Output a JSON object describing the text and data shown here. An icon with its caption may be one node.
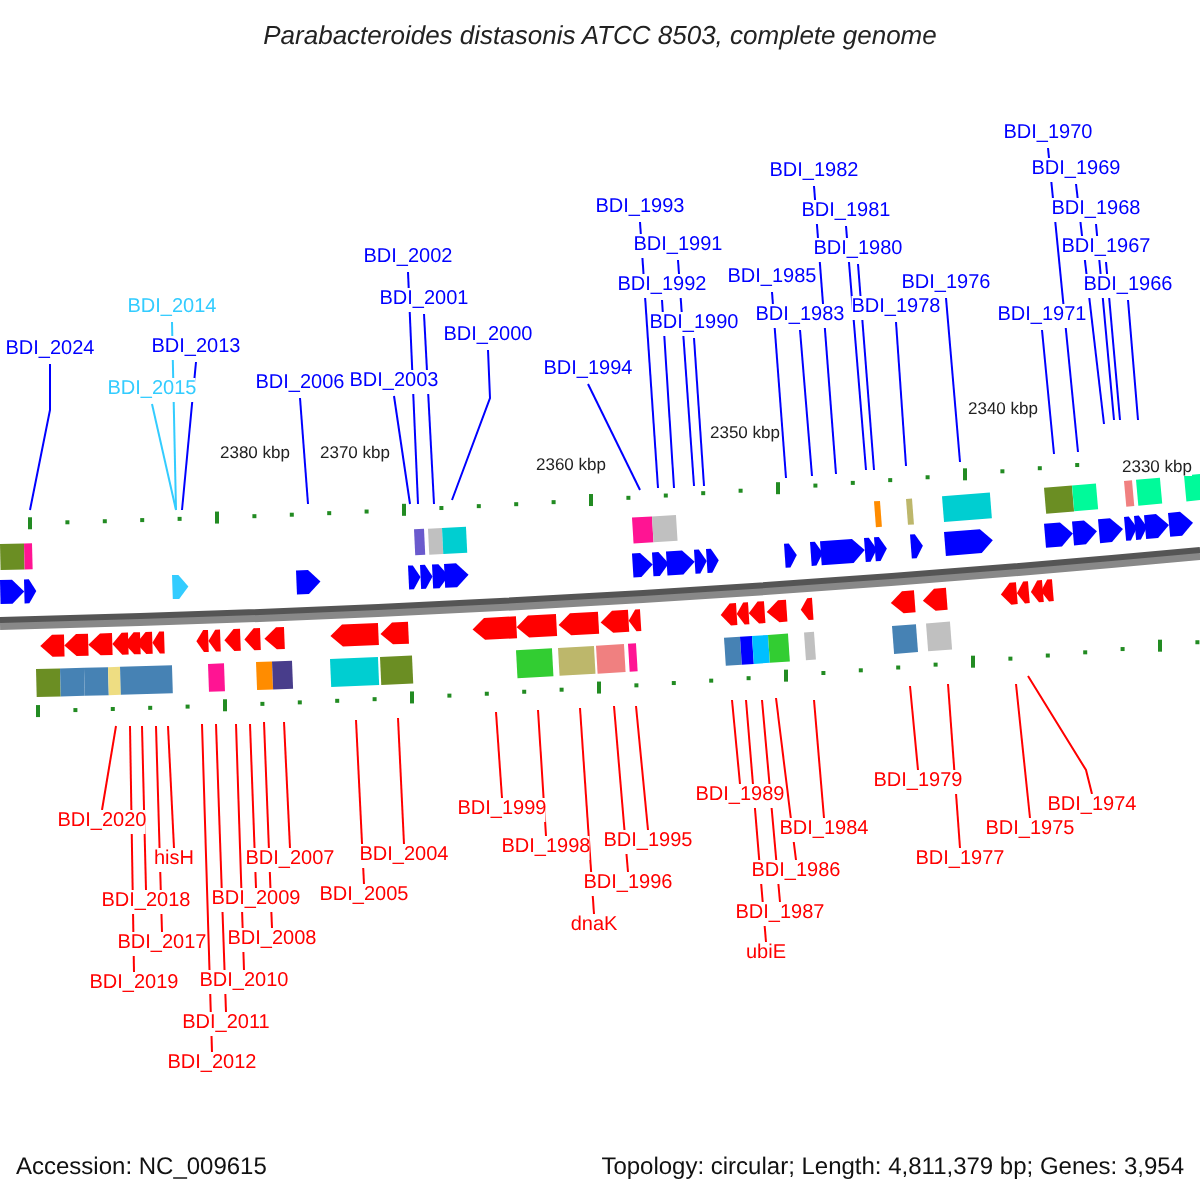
{
  "diagram": {
    "title": "Parabacteroides distasonis ATCC 8503, complete genome",
    "nodes": [
      {
        "text": [
          "BDI_2024"
        ]
      },
      {
        "text": [
          "BDI_2014"
        ]
      },
      {
        "text": [
          "BDI_2015"
        ]
      },
      {
        "text": [
          "BDI_2013"
        ]
      },
      {
        "text": [
          "BDI_2006"
        ]
      },
      {
        "text": [
          "BDI_2003"
        ]
      },
      {
        "text": [
          "BDI_2002"
        ]
      },
      {
        "text": [
          "BDI_2001"
        ]
      },
      {
        "text": [
          "BDI_2000"
        ]
      },
      {
        "text": [
          "BDI_1994"
        ]
      },
      {
        "text": [
          "BDI_1993"
        ]
      },
      {
        "text": [
          "BDI_1991"
        ]
      },
      {
        "text": [
          "BDI_1992"
        ]
      },
      {
        "text": [
          "BDI_1990"
        ]
      },
      {
        "text": [
          "BDI_1985"
        ]
      },
      {
        "text": [
          "BDI_1983"
        ]
      },
      {
        "text": [
          "BDI_1982"
        ]
      },
      {
        "text": [
          "BDI_1981"
        ]
      },
      {
        "text": [
          "BDI_1980"
        ]
      },
      {
        "text": [
          "BDI_1978"
        ]
      },
      {
        "text": [
          "BDI_1976"
        ]
      },
      {
        "text": [
          "BDI_1971"
        ]
      },
      {
        "text": [
          "BDI_1970"
        ]
      },
      {
        "text": [
          "BDI_1969"
        ]
      },
      {
        "text": [
          "BDI_1968"
        ]
      },
      {
        "text": [
          "BDI_1967"
        ]
      },
      {
        "text": [
          "BDI_1966"
        ]
      },
      {
        "text": [
          "BDI_2020"
        ]
      },
      {
        "text": [
          "hisH"
        ]
      },
      {
        "text": [
          "BDI_2018"
        ]
      },
      {
        "text": [
          "BDI_2017"
        ]
      },
      {
        "text": [
          "BDI_2019"
        ]
      },
      {
        "text": [
          "BDI_2012"
        ]
      },
      {
        "text": [
          "BDI_2011"
        ]
      },
      {
        "text": [
          "BDI_2010"
        ]
      },
      {
        "text": [
          "BDI_2009"
        ]
      },
      {
        "text": [
          "BDI_2008"
        ]
      },
      {
        "text": [
          "BDI_2007"
        ]
      },
      {
        "text": [
          "BDI_2005"
        ]
      },
      {
        "text": [
          "BDI_2004"
        ]
      },
      {
        "text": [
          "BDI_1999"
        ]
      },
      {
        "text": [
          "BDI_1998"
        ]
      },
      {
        "text": [
          "dnaK"
        ]
      },
      {
        "text": [
          "BDI_1996"
        ]
      },
      {
        "text": [
          "BDI_1995"
        ]
      },
      {
        "text": [
          "BDI_1989"
        ]
      },
      {
        "text": [
          "ubiE"
        ]
      },
      {
        "text": [
          "BDI_1987"
        ]
      },
      {
        "text": [
          "BDI_1986"
        ]
      },
      {
        "text": [
          "BDI_1984"
        ]
      },
      {
        "text": [
          "BDI_1979"
        ]
      },
      {
        "text": [
          "BDI_1977"
        ]
      },
      {
        "text": [
          "BDI_1975"
        ]
      },
      {
        "text": [
          "BDI_1974"
        ]
      }
    ],
    "edges": [
      {
        "from": 0,
        "to": null,
        "arrow": "none",
        "color": "#0000ff"
      },
      {
        "from": 1,
        "to": null,
        "arrow": "none",
        "color": "#33ccff"
      },
      {
        "from": 2,
        "to": null,
        "arrow": "none",
        "color": "#33ccff"
      },
      {
        "from": 3,
        "to": null,
        "arrow": "none",
        "color": "#0000ff"
      },
      {
        "from": 4,
        "to": null,
        "arrow": "none",
        "color": "#0000ff"
      },
      {
        "from": 5,
        "to": null,
        "arrow": "none",
        "color": "#0000ff"
      },
      {
        "from": 6,
        "to": null,
        "arrow": "none",
        "color": "#0000ff"
      },
      {
        "from": 7,
        "to": null,
        "arrow": "none",
        "color": "#0000ff"
      },
      {
        "from": 8,
        "to": null,
        "arrow": "none",
        "color": "#0000ff"
      },
      {
        "from": 9,
        "to": null,
        "arrow": "none",
        "color": "#0000ff"
      },
      {
        "from": 10,
        "to": null,
        "arrow": "none",
        "color": "#0000ff"
      },
      {
        "from": 11,
        "to": null,
        "arrow": "none",
        "color": "#0000ff"
      },
      {
        "from": 12,
        "to": null,
        "arrow": "none",
        "color": "#0000ff"
      },
      {
        "from": 13,
        "to": null,
        "arrow": "none",
        "color": "#0000ff"
      },
      {
        "from": 14,
        "to": null,
        "arrow": "none",
        "color": "#0000ff"
      },
      {
        "from": 15,
        "to": null,
        "arrow": "none",
        "color": "#0000ff"
      },
      {
        "from": 16,
        "to": null,
        "arrow": "none",
        "color": "#0000ff"
      },
      {
        "from": 17,
        "to": null,
        "arrow": "none",
        "color": "#0000ff"
      },
      {
        "from": 18,
        "to": null,
        "arrow": "none",
        "color": "#0000ff"
      },
      {
        "from": 19,
        "to": null,
        "arrow": "none",
        "color": "#0000ff"
      },
      {
        "from": 20,
        "to": null,
        "arrow": "none",
        "color": "#0000ff"
      },
      {
        "from": 21,
        "to": null,
        "arrow": "none",
        "color": "#0000ff"
      },
      {
        "from": 22,
        "to": null,
        "arrow": "none",
        "color": "#0000ff"
      },
      {
        "from": 23,
        "to": null,
        "arrow": "none",
        "color": "#0000ff"
      },
      {
        "from": 24,
        "to": null,
        "arrow": "none",
        "color": "#0000ff"
      },
      {
        "from": 25,
        "to": null,
        "arrow": "none",
        "color": "#0000ff"
      },
      {
        "from": 26,
        "to": null,
        "arrow": "none",
        "color": "#0000ff"
      },
      {
        "from": 27,
        "to": null,
        "arrow": "none",
        "color": "#ff0000"
      },
      {
        "from": 28,
        "to": null,
        "arrow": "none",
        "color": "#ff0000"
      },
      {
        "from": 29,
        "to": null,
        "arrow": "none",
        "color": "#ff0000"
      },
      {
        "from": 30,
        "to": null,
        "arrow": "none",
        "color": "#ff0000"
      },
      {
        "from": 31,
        "to": null,
        "arrow": "none",
        "color": "#ff0000"
      },
      {
        "from": 32,
        "to": null,
        "arrow": "none",
        "color": "#ff0000"
      },
      {
        "from": 33,
        "to": null,
        "arrow": "none",
        "color": "#ff0000"
      },
      {
        "from": 34,
        "to": null,
        "arrow": "none",
        "color": "#ff0000"
      },
      {
        "from": 35,
        "to": null,
        "arrow": "none",
        "color": "#ff0000"
      },
      {
        "from": 36,
        "to": null,
        "arrow": "none",
        "color": "#ff0000"
      },
      {
        "from": 37,
        "to": null,
        "arrow": "none",
        "color": "#ff0000"
      },
      {
        "from": 38,
        "to": null,
        "arrow": "none",
        "color": "#ff0000"
      },
      {
        "from": 39,
        "to": null,
        "arrow": "none",
        "color": "#ff0000"
      },
      {
        "from": 40,
        "to": null,
        "arrow": "none",
        "color": "#ff0000"
      },
      {
        "from": 41,
        "to": null,
        "arrow": "none",
        "color": "#ff0000"
      },
      {
        "from": 42,
        "to": null,
        "arrow": "none",
        "color": "#ff0000"
      },
      {
        "from": 43,
        "to": null,
        "arrow": "none",
        "color": "#ff0000"
      },
      {
        "from": 44,
        "to": null,
        "arrow": "none",
        "color": "#ff0000"
      },
      {
        "from": 45,
        "to": null,
        "arrow": "none",
        "color": "#ff0000"
      },
      {
        "from": 46,
        "to": null,
        "arrow": "none",
        "color": "#ff0000"
      },
      {
        "from": 47,
        "to": null,
        "arrow": "none",
        "color": "#ff0000"
      },
      {
        "from": 48,
        "to": null,
        "arrow": "none",
        "color": "#ff0000"
      },
      {
        "from": 49,
        "to": null,
        "arrow": "none",
        "color": "#ff0000"
      },
      {
        "from": 50,
        "to": null,
        "arrow": "none",
        "color": "#ff0000"
      },
      {
        "from": 51,
        "to": null,
        "arrow": "none",
        "color": "#ff0000"
      },
      {
        "from": 52,
        "to": null,
        "arrow": "none",
        "color": "#ff0000"
      },
      {
        "from": 53,
        "to": null,
        "arrow": "none",
        "color": "#ff0000"
      }
    ],
    "labels": [
      "2380 kbp",
      "2370 kbp",
      "2360 kbp",
      "2350 kbp",
      "2340 kbp",
      "2330 kbp",
      "Accession: NC_009615",
      "Topology: circular; Length: 4,811,379 bp; Genes: 3,954"
    ]
  }
}
